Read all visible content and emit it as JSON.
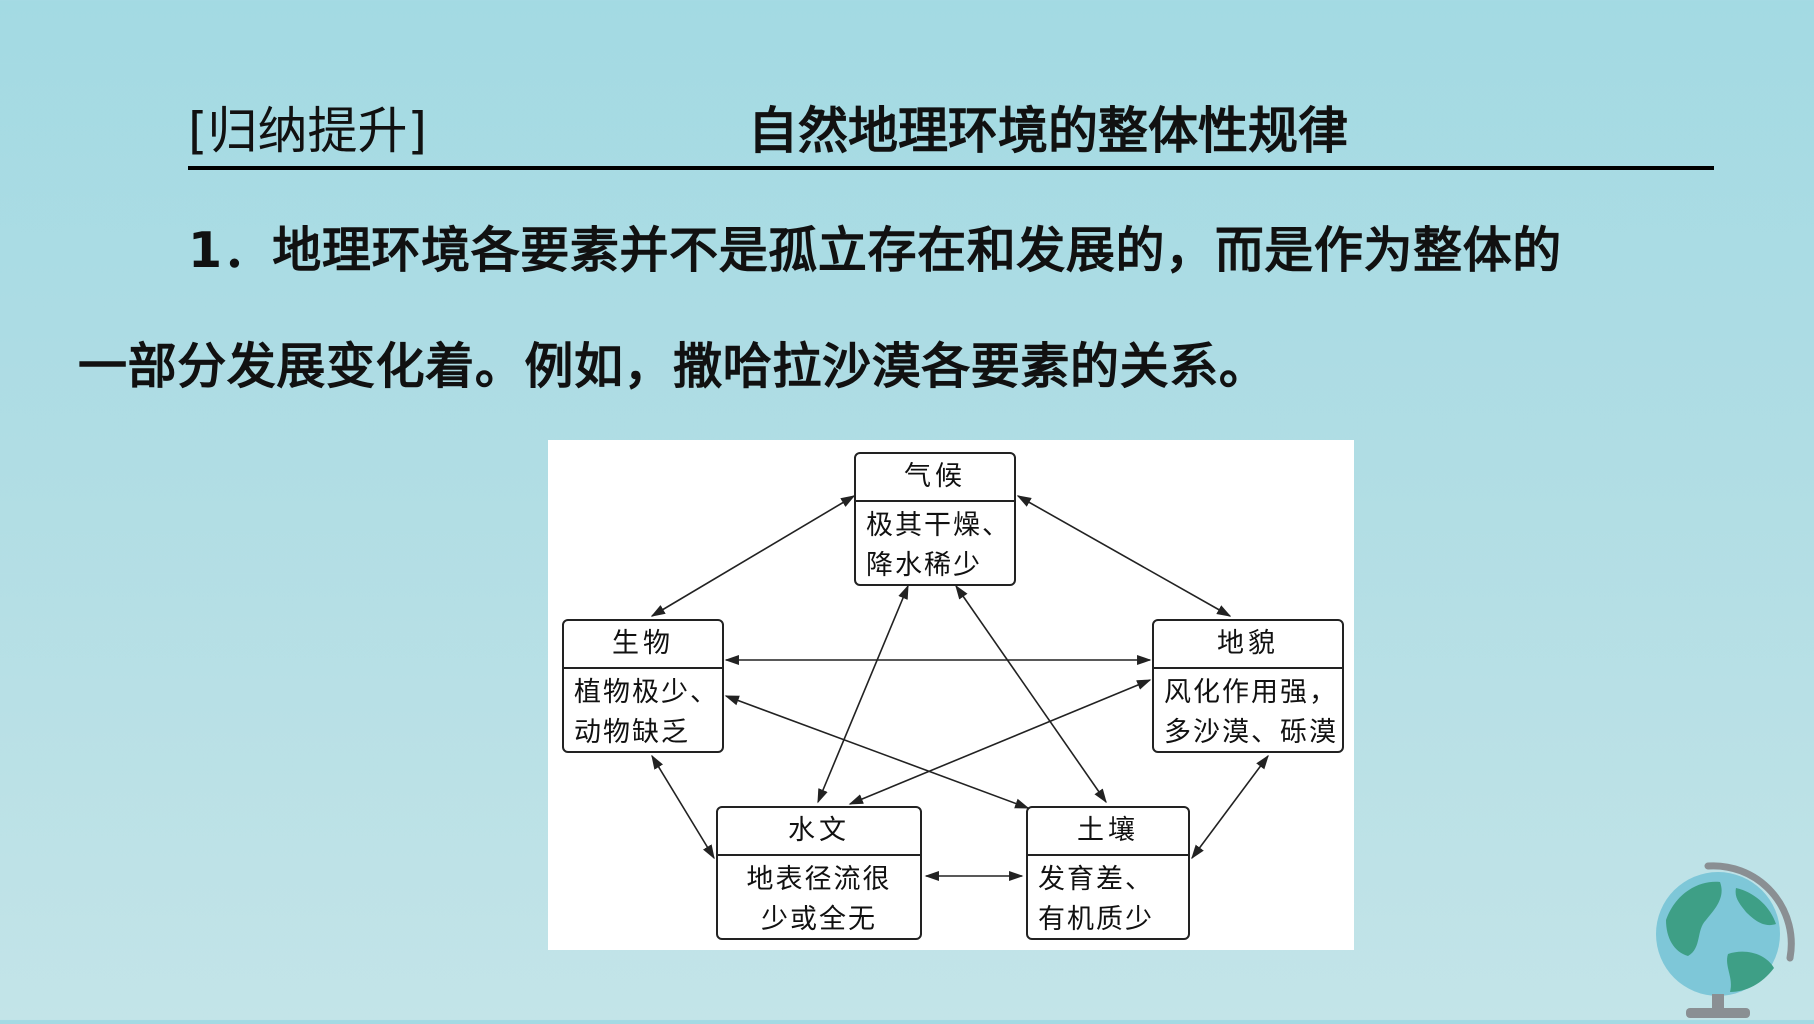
{
  "heading": {
    "tag": "[归纳提升]",
    "title": "自然地理环境的整体性规律"
  },
  "paragraph": {
    "line1": "1．地理环境各要素并不是孤立存在和发展的，而是作为整体的",
    "line2": "一部分发展变化着。例如，撒哈拉沙漠各要素的关系。"
  },
  "diagram": {
    "nodes": {
      "climate": {
        "title": "气候",
        "lines": [
          "极其干燥、",
          "降水稀少"
        ]
      },
      "biology": {
        "title": "生物",
        "lines": [
          "植物极少、",
          "动物缺乏"
        ]
      },
      "landform": {
        "title": "地貌",
        "lines": [
          "风化作用强，",
          "多沙漠、砾漠"
        ]
      },
      "hydrology": {
        "title": "水文",
        "lines": [
          "地表径流很",
          "少或全无"
        ]
      },
      "soil": {
        "title": "土壤",
        "lines": [
          "发育差、",
          "有机质少"
        ]
      }
    }
  },
  "colors": {
    "background": "#a3dae3",
    "text": "#111111",
    "diagram_bg": "#ffffff",
    "globe_water": "#7ec7d8",
    "globe_land": "#3e9f86"
  },
  "icons": {
    "globe": "globe-icon"
  }
}
